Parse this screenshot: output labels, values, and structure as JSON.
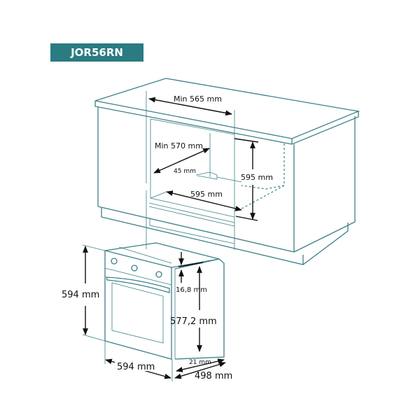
{
  "model_label": "JOR56RN",
  "colors": {
    "accent": "#2b7b82",
    "line": "#3d8088"
  },
  "cabinet_dimensions": {
    "width_min": "Min 565 mm",
    "depth_min": "Min 570 mm",
    "vent_gap": "45 mm",
    "opening_depth": "595 mm",
    "opening_height": "595 mm"
  },
  "oven_dimensions": {
    "height": "594 mm",
    "width": "594 mm",
    "depth": "498 mm",
    "door_thickness": "21 mm",
    "top_offset": "16,8 mm",
    "body_height": "577,2 mm"
  }
}
